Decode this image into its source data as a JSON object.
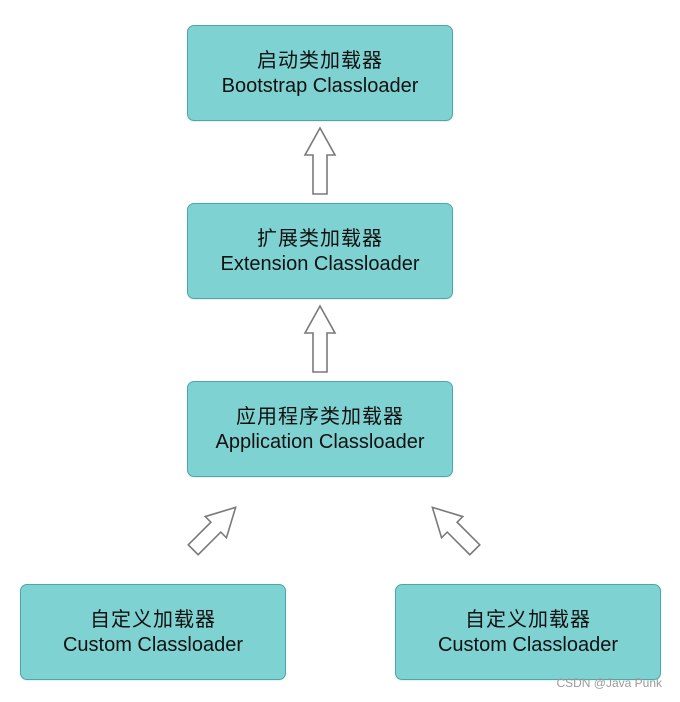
{
  "nodes": {
    "bootstrap": {
      "cn": "启动类加载器",
      "en": "Bootstrap Classloader"
    },
    "extension": {
      "cn": "扩展类加载器",
      "en": "Extension Classloader"
    },
    "application": {
      "cn": "应用程序类加载器",
      "en": "Application Classloader"
    },
    "custom_left": {
      "cn": "自定义加载器",
      "en": "Custom Classloader"
    },
    "custom_right": {
      "cn": "自定义加载器",
      "en": "Custom Classloader"
    }
  },
  "edges": [
    {
      "from": "extension",
      "to": "bootstrap"
    },
    {
      "from": "application",
      "to": "extension"
    },
    {
      "from": "custom_left",
      "to": "application"
    },
    {
      "from": "custom_right",
      "to": "application"
    }
  ],
  "colors": {
    "box_fill": "#7fd2d2",
    "box_border": "#4aa7ab",
    "arrow_stroke": "#7a7a7a",
    "arrow_fill": "#ffffff"
  },
  "watermark": "CSDN @Java Punk"
}
